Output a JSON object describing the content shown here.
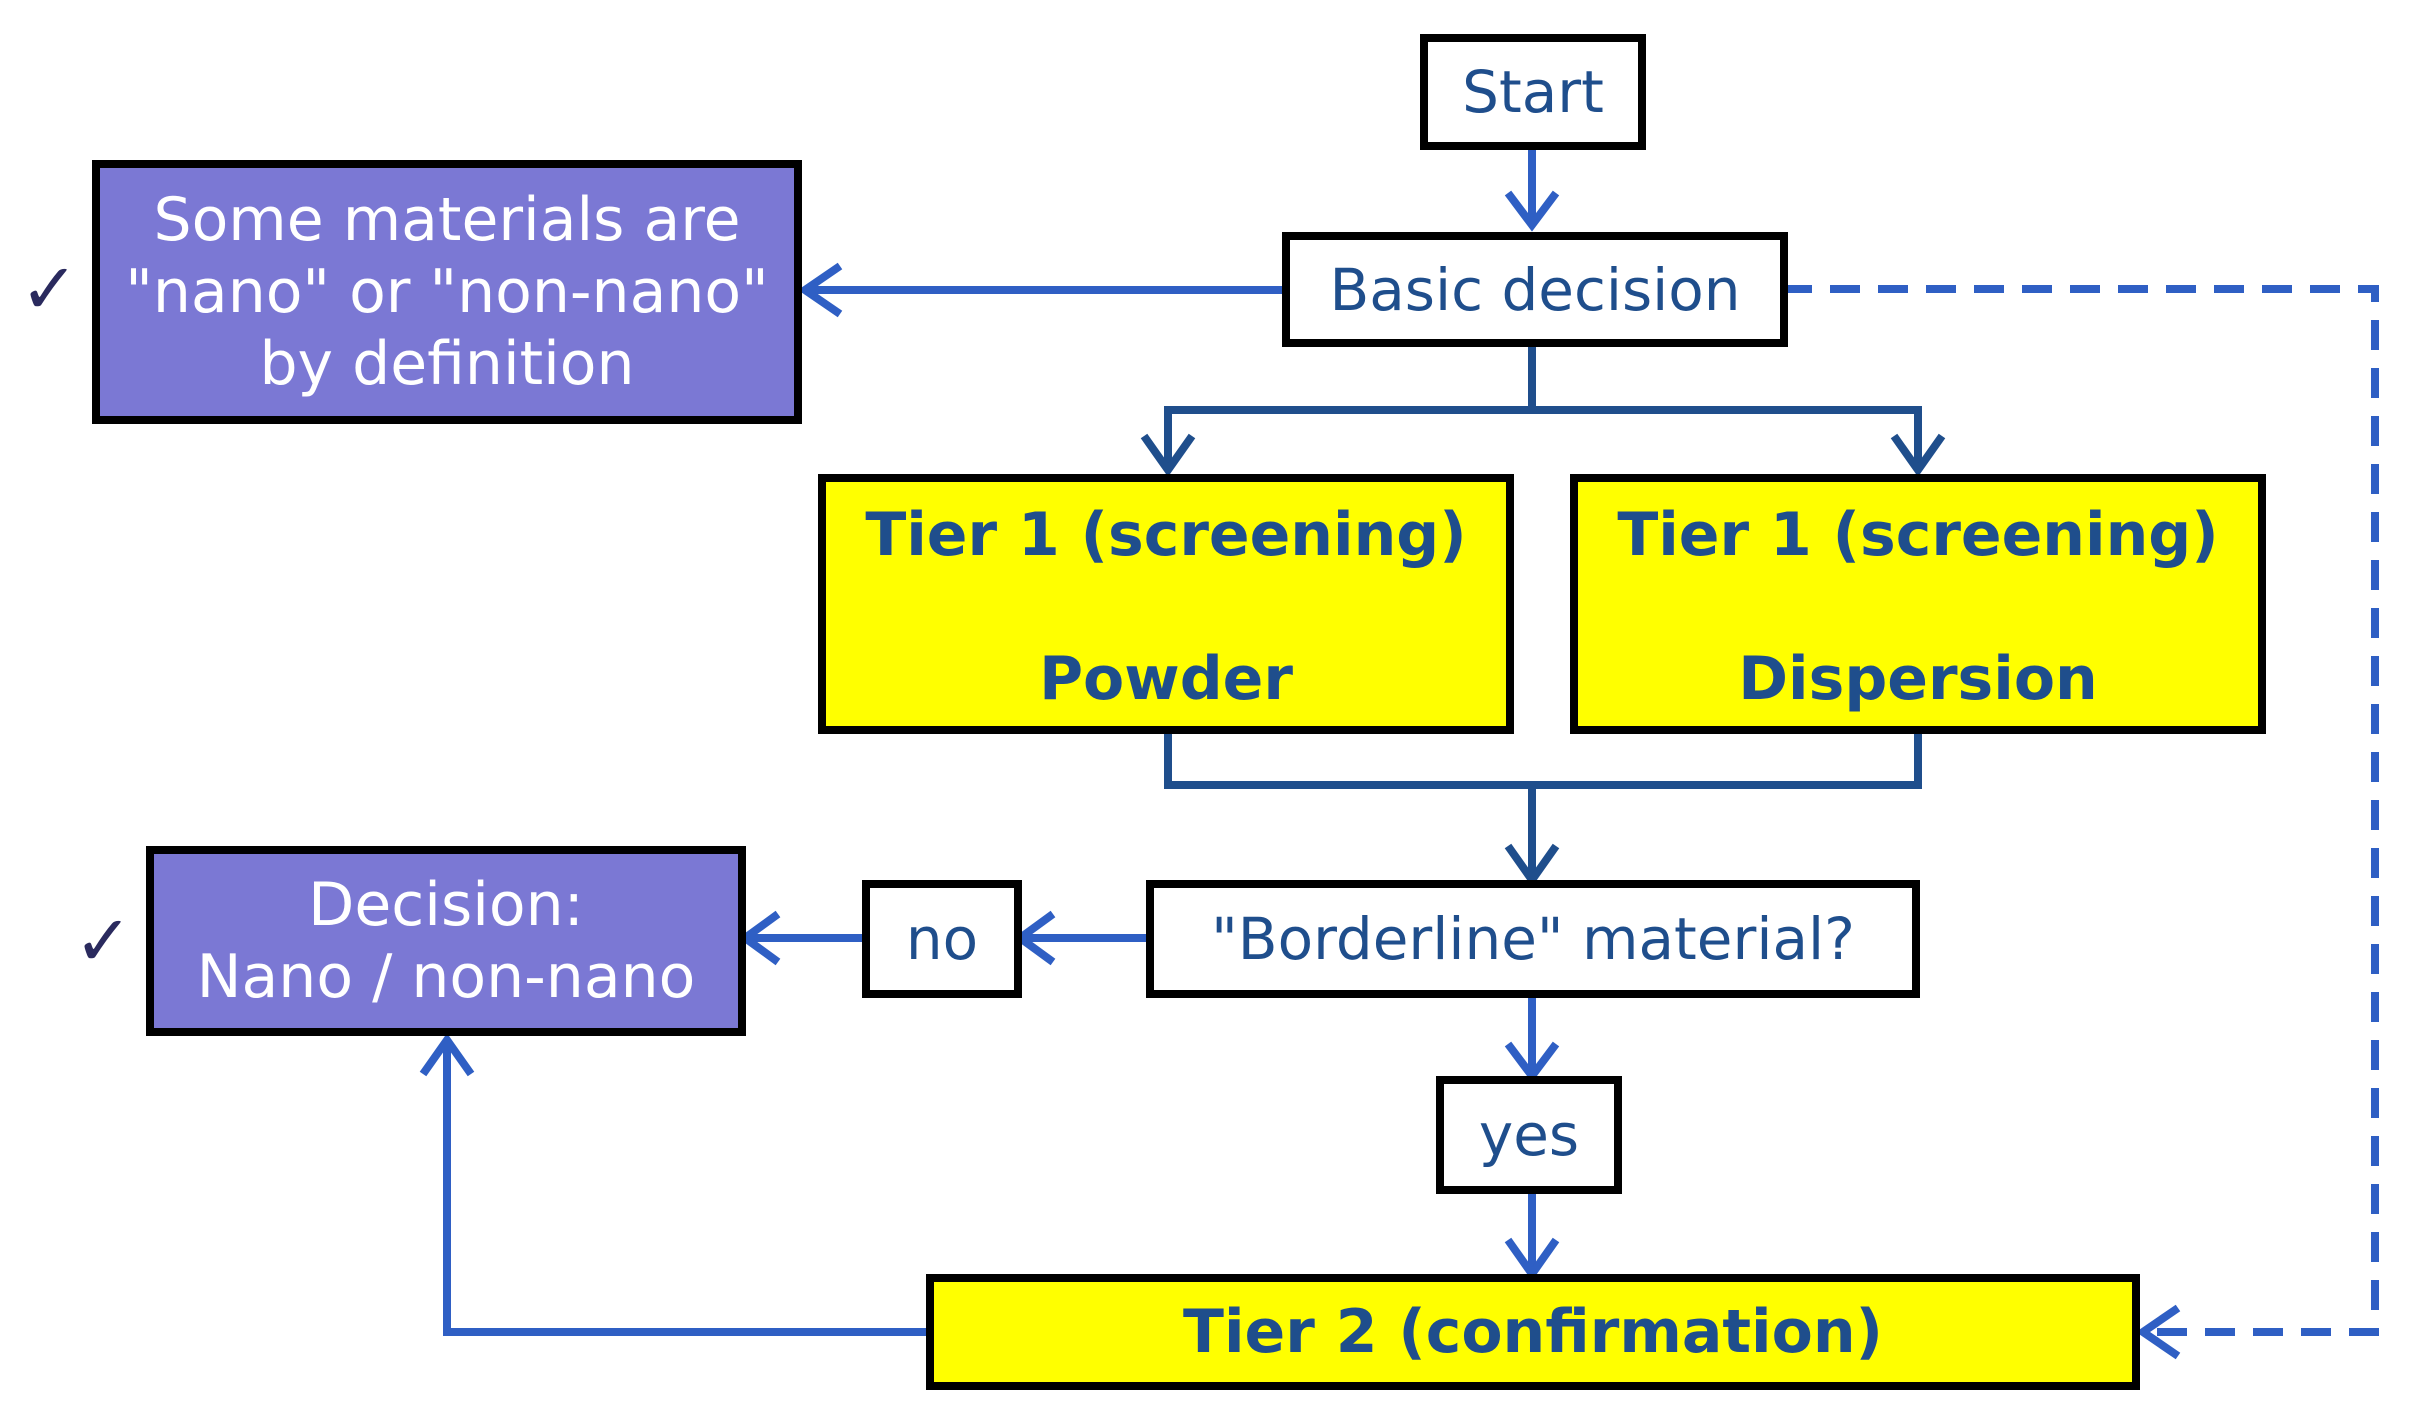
{
  "colors": {
    "arrow": "#2f5fc4",
    "arrow_dark": "#1f4e8c",
    "yellow": "#ffff00",
    "purple": "#7b78d4",
    "text": "#1f4e8c"
  },
  "nodes": {
    "start": "Start",
    "basic_decision": "Basic decision",
    "tier1_powder": {
      "line1": "Tier 1 (screening)",
      "line2": "Powder"
    },
    "tier1_dispersion": {
      "line1": "Tier 1 (screening)",
      "line2": "Dispersion"
    },
    "borderline": "\"Borderline\" material?",
    "no": "no",
    "yes": "yes",
    "tier2": "Tier 2 (confirmation)",
    "some_materials": {
      "line1": "Some materials are",
      "line2": "\"nano\" or \"non-nano\"",
      "line3": "by definition"
    },
    "decision": {
      "line1": "Decision:",
      "line2": "Nano / non-nano"
    }
  },
  "checkmark": "✓"
}
